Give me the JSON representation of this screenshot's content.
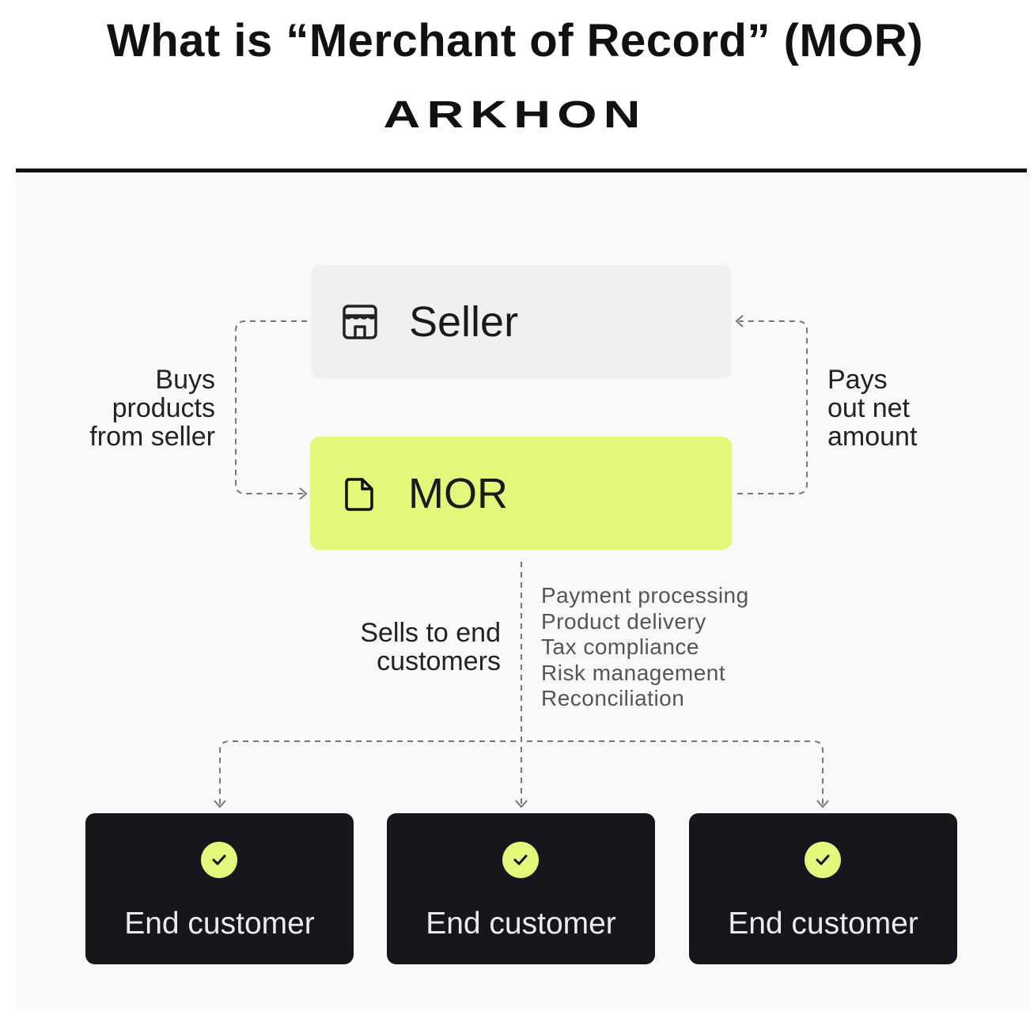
{
  "header": {
    "title": "What is “Merchant of Record” (MOR)",
    "logo_text": "ARKHON"
  },
  "diagram": {
    "seller": {
      "label": "Seller",
      "icon": "storefront-icon",
      "color": "#eef0f2"
    },
    "mor": {
      "label": "MOR",
      "icon": "document-icon",
      "color": "#e2f87a"
    },
    "left_flow": [
      "Buys",
      "products",
      "from seller"
    ],
    "right_flow": [
      "Pays",
      "out net",
      "amount"
    ],
    "sells": [
      "Sells to end",
      "customers"
    ],
    "services": [
      "Payment processing",
      "Product delivery",
      "Tax compliance",
      "Risk management",
      "Reconciliation"
    ],
    "customers": [
      {
        "label": "End customer",
        "icon": "check-circle-icon"
      },
      {
        "label": "End customer",
        "icon": "check-circle-icon"
      },
      {
        "label": "End customer",
        "icon": "check-circle-icon"
      }
    ],
    "accent": "#e2f87a",
    "card_color": "#17161d"
  }
}
